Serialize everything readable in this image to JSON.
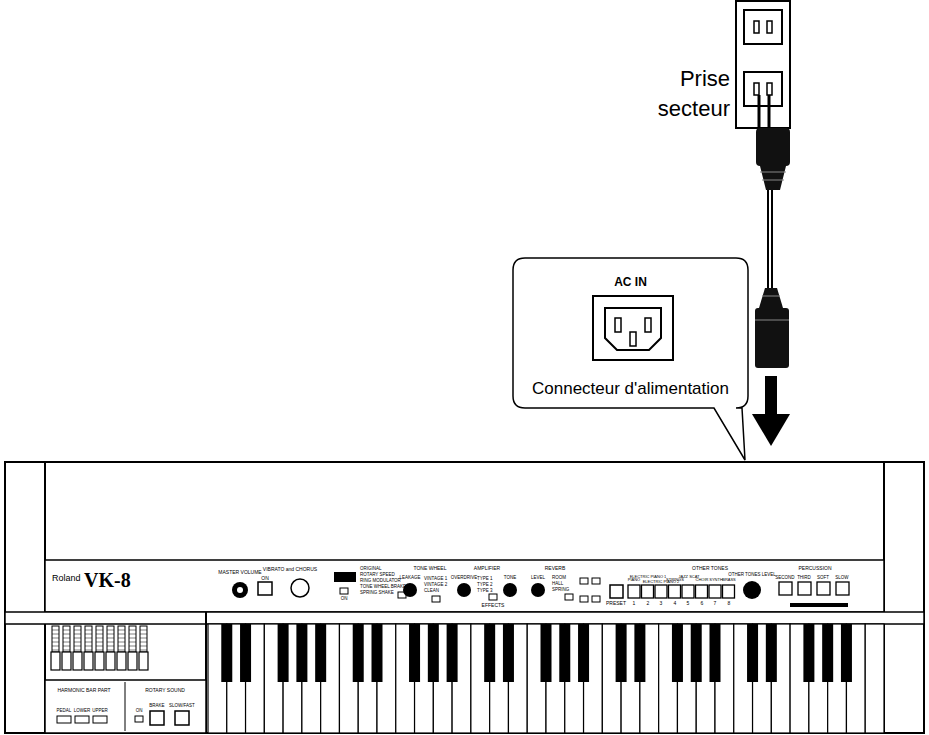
{
  "diagram": {
    "nodes": [
      {
        "text": [
          "AC IN",
          "Connecteur d'alimentation"
        ]
      }
    ],
    "labels": [
      "Prise secteur",
      "Roland",
      "VK-8",
      "MASTER VOLUME",
      "VIBRATO and CHORUS",
      "ON",
      "ORIGINAL",
      "ROTARY SPEED",
      "RING MODULATOR",
      "TONE WHEEL BRAKE",
      "SPRING SHAKE",
      "ON",
      "TONE WHEEL",
      "LEAKAGE",
      "VINTAGE 1",
      "VINTAGE 2",
      "CLEAN",
      "AMPLIFIER",
      "OVERDRIVE",
      "TYPE 1",
      "TYPE 2",
      "TYPE 3",
      "TONE",
      "EFFECTS",
      "REVERB",
      "LEVEL",
      "ROOM",
      "HALL",
      "SPRING",
      "OTHER TONES",
      "PIANO",
      "ELECTRIC PIANO 1",
      "ELECTRIC PIANO 2",
      "STRINGS",
      "JAZZ SCAT",
      "CHOIR",
      "SYNTH",
      "BRASS",
      "PRESET",
      "1",
      "2",
      "3",
      "4",
      "5",
      "6",
      "7",
      "8",
      "OTHER TONES LEVEL",
      "PERCUSSION",
      "SECOND",
      "THIRD",
      "SOFT",
      "SLOW",
      "HARMONIC BAR PART",
      "PEDAL",
      "LOWER",
      "UPPER",
      "ROTARY SOUND",
      "ON",
      "BRAKE",
      "SLOW/FAST"
    ]
  }
}
